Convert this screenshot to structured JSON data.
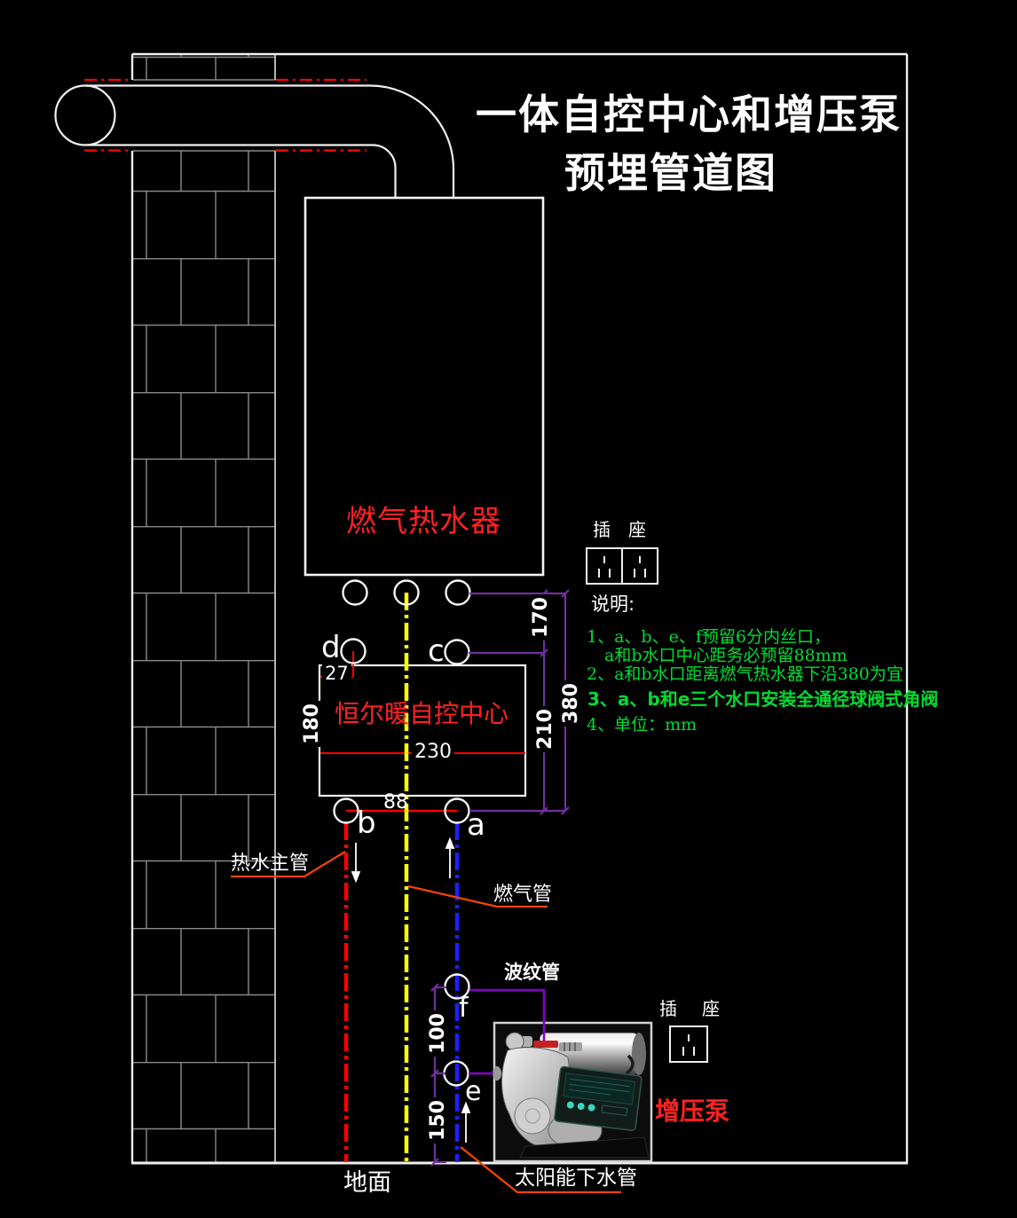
{
  "title": {
    "line1": "一体自控中心和增压泵",
    "line2": "预埋管道图"
  },
  "equipment": {
    "water_heater": "燃气热水器",
    "control_center": "恒尔暖自控中心",
    "booster_pump": "增压泵"
  },
  "pipes": {
    "hot_water_main": "热水主管",
    "gas_pipe": "燃气管",
    "corrugated_pipe": "波纹管",
    "solar_down_pipe": "太阳能下水管"
  },
  "ground_label": "地面",
  "sockets": {
    "top": "插　座",
    "bottom": "插　座"
  },
  "ports": {
    "a": "a",
    "b": "b",
    "c": "c",
    "d": "d",
    "e": "e",
    "f": "f"
  },
  "dimensions": {
    "heater_to_cd": "170",
    "cd_to_ab": "210",
    "heater_to_ab": "380",
    "box_width": "230",
    "box_height": "180",
    "d_offset": "27",
    "ab_spacing": "88",
    "f_to_e": "100",
    "e_to_ground": "150"
  },
  "notes": {
    "heading": "说明:",
    "items": [
      "1、a、b、e、f预留6分内丝口，",
      "a和b水口中心距务必预留88mm",
      "2、a和b水口距离燃气热水器下沿380为宜",
      "3、a、b和e三个水口安装全通径球阀式角阀",
      "4、单位：mm"
    ]
  },
  "colors": {
    "background": "#000000",
    "line_white": "#f0f0f0",
    "brick_grey": "#8a8a8a",
    "hot_water_red": "#ff0000",
    "gas_yellow": "#ffff00",
    "solar_blue": "#1f1fff",
    "dimension_purple": "#7030a0",
    "note_green": "#00dd33",
    "leader_orange": "#ff4400",
    "label_red": "#ff2222"
  }
}
